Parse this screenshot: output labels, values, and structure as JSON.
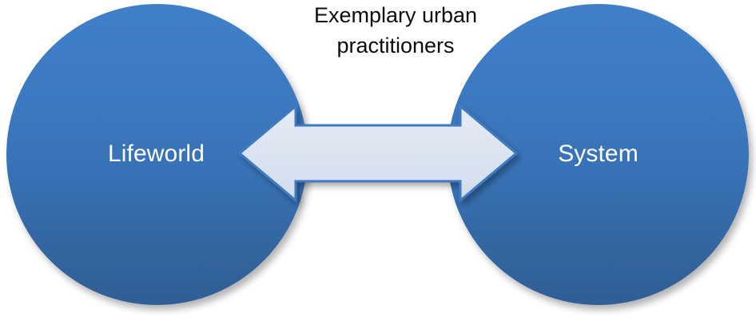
{
  "diagram": {
    "caption": {
      "line1": "Exemplary urban",
      "line2": "practitioners"
    },
    "nodes": [
      {
        "id": "lifeworld",
        "label": "Lifeworld"
      },
      {
        "id": "system",
        "label": "System"
      }
    ],
    "connector": {
      "type": "double-headed-arrow",
      "direction": "bidirectional",
      "from": "Lifeworld",
      "to": "System"
    },
    "colors": {
      "node_fill_top": "#3d7cc4",
      "node_fill_bottom": "#32639e",
      "node_label": "#ffffff",
      "arrow_fill": "#dce4f0",
      "arrow_outline": "#3f7ac2",
      "caption_text": "#0d0d0d",
      "background": "#ffffff"
    }
  }
}
